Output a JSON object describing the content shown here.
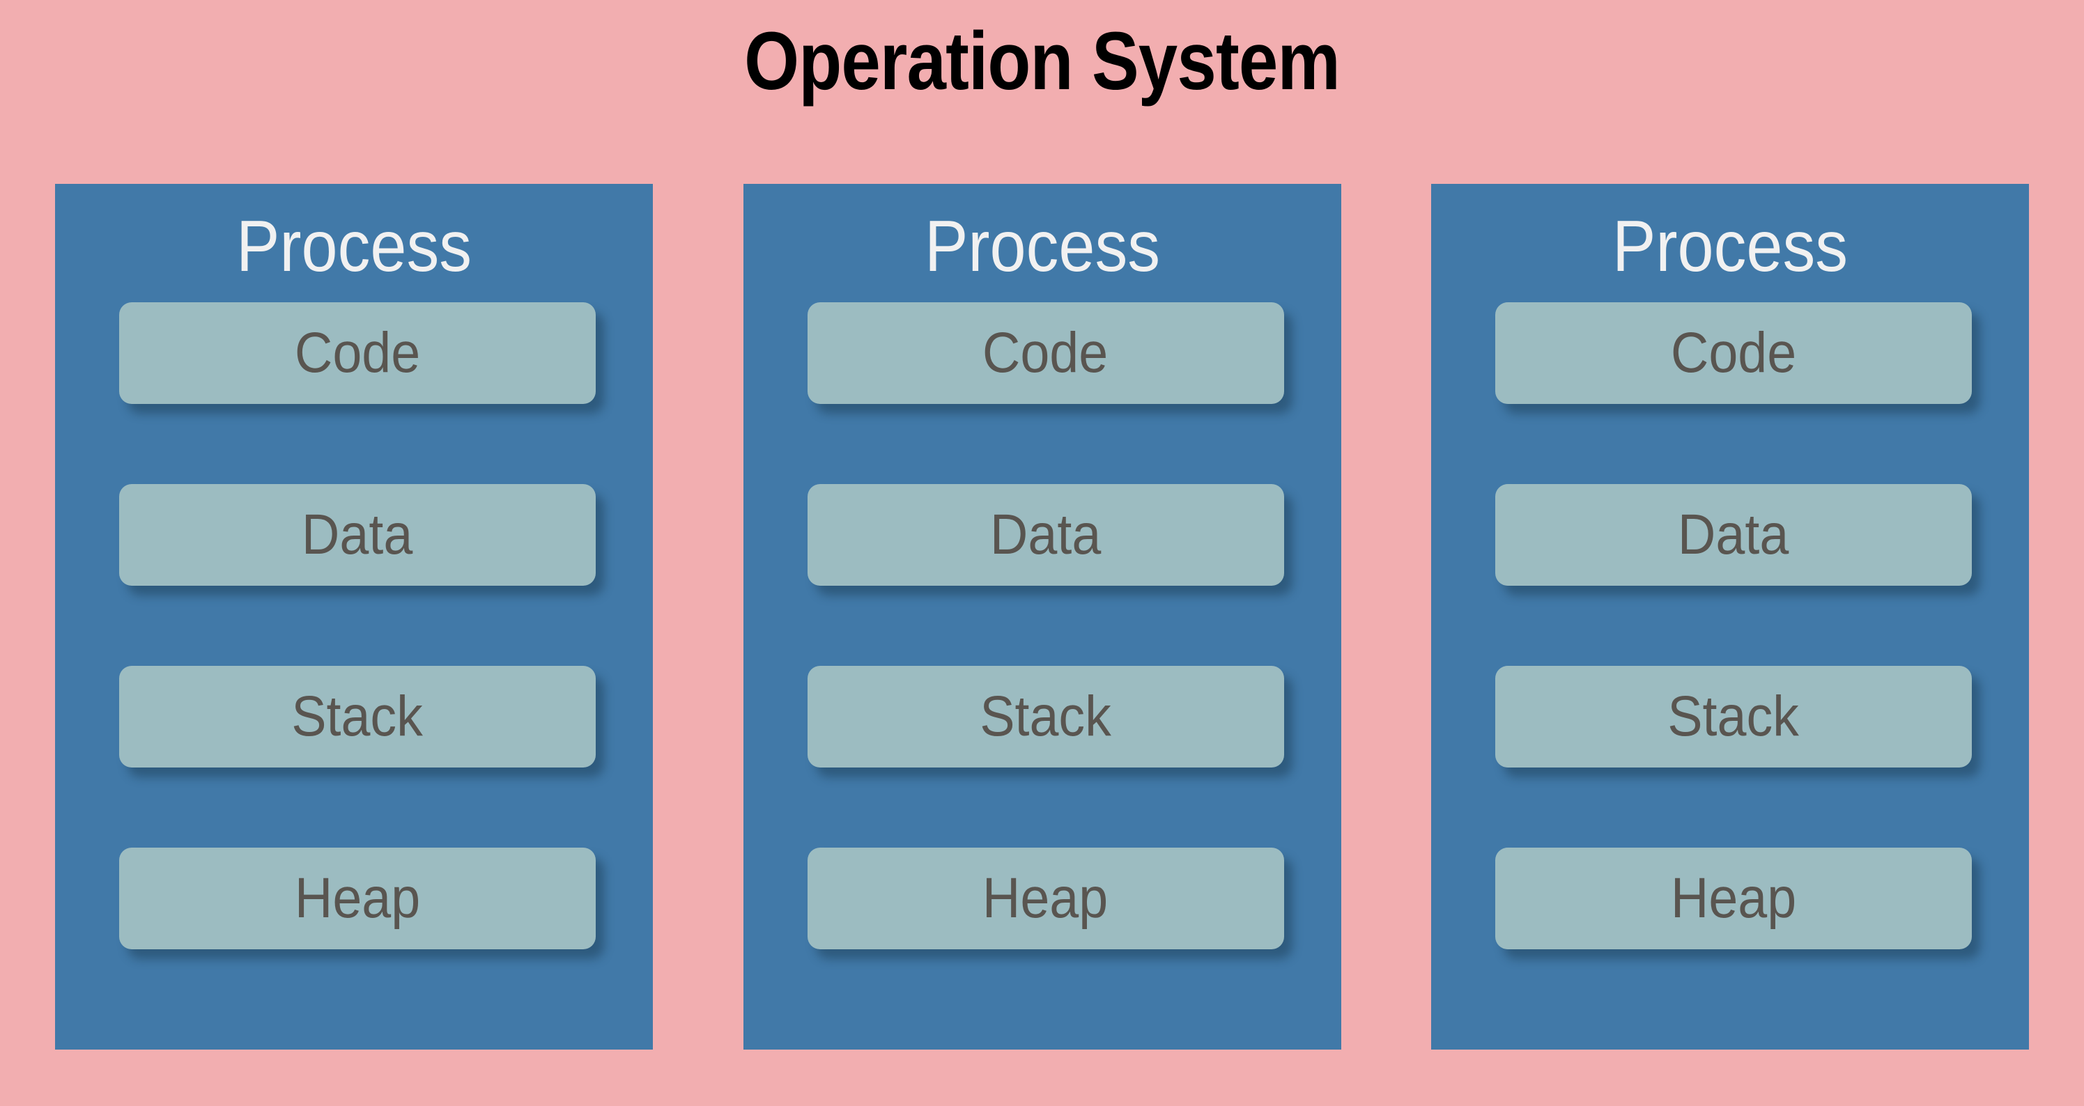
{
  "diagram": {
    "title": "Operation System",
    "background_color": "#f2aeb0",
    "process_box_color": "#4179a8",
    "segment_box_color": "#9cbcc1",
    "title_color": "#000000",
    "process_title_color": "#f1f1f1",
    "segment_label_color": "#595550",
    "processes": [
      {
        "title": "Process",
        "segments": [
          {
            "label": "Code"
          },
          {
            "label": "Data"
          },
          {
            "label": "Stack"
          },
          {
            "label": "Heap"
          }
        ]
      },
      {
        "title": "Process",
        "segments": [
          {
            "label": "Code"
          },
          {
            "label": "Data"
          },
          {
            "label": "Stack"
          },
          {
            "label": "Heap"
          }
        ]
      },
      {
        "title": "Process",
        "segments": [
          {
            "label": "Code"
          },
          {
            "label": "Data"
          },
          {
            "label": "Stack"
          },
          {
            "label": "Heap"
          }
        ]
      }
    ]
  }
}
